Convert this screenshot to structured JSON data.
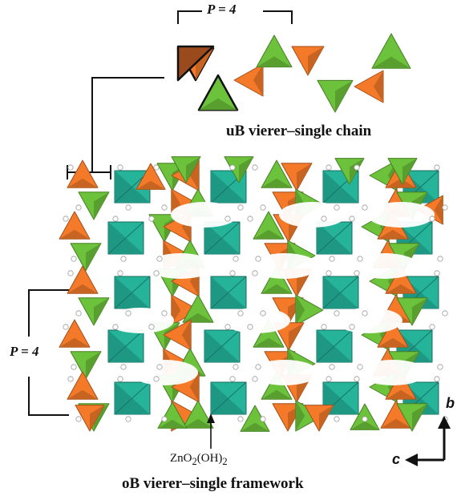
{
  "chain": {
    "period_label": "P = 4",
    "caption": "uB vierer–single chain"
  },
  "framework": {
    "period_label": "P = 4",
    "znO_label": "ZnO",
    "znO_sub1": "2",
    "znO_mid": "(OH)",
    "znO_sub2": "2",
    "caption": "oB vierer–single framework"
  },
  "axes": {
    "vertical": "b",
    "horizontal": "c"
  },
  "colors": {
    "orange_tetra": "#f47a2a",
    "green_tetra": "#6cc23a",
    "teal_octa": "#25b39a",
    "highlight_brown": "#9b4a1e"
  }
}
